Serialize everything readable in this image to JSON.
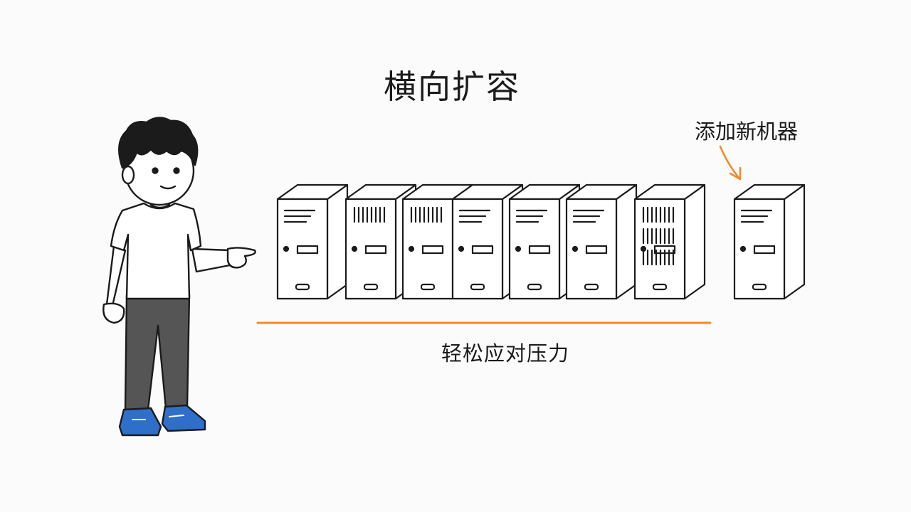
{
  "diagram": {
    "title": "横向扩容",
    "callout": "添加新机器",
    "caption": "轻松应对压力"
  },
  "colors": {
    "ink": "#1b1b1b",
    "accent": "#f08a2a",
    "shoe": "#2f6fc9",
    "pants": "#555555",
    "server": "#ffffff"
  },
  "servers": [
    {
      "style": "lines"
    },
    {
      "style": "vents"
    },
    {
      "style": "vents"
    },
    {
      "style": "lines"
    },
    {
      "style": "lines"
    },
    {
      "style": "lines"
    },
    {
      "style": "vents"
    },
    {
      "style": "lines",
      "new": true
    }
  ]
}
